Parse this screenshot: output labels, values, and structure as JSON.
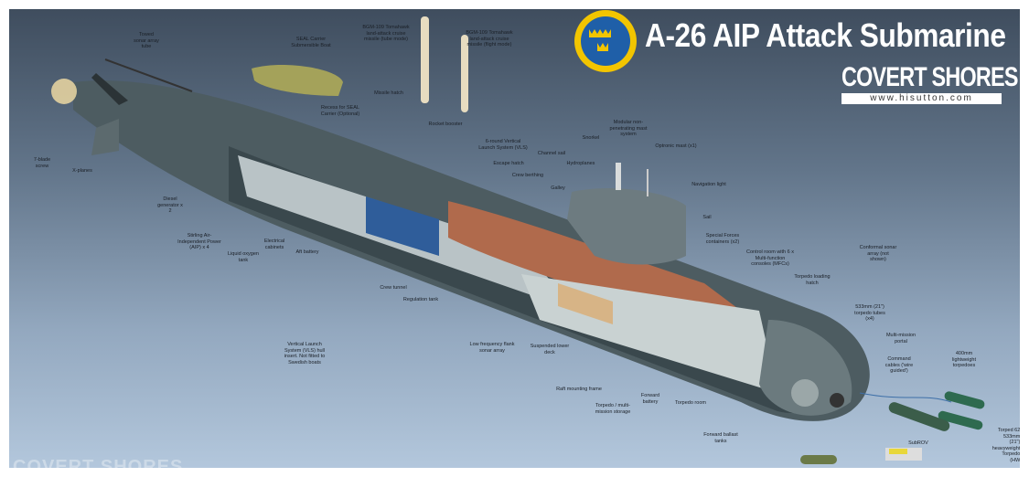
{
  "title": "A-26 AIP Attack Submarine",
  "brand": "COVERT SHORES",
  "url": "www.hisutton.com",
  "watermark": "COVERT SHORES",
  "colors": {
    "roundel_ring": "#f2c500",
    "roundel_field": "#1f5fa8",
    "hull": "#4a5a5e",
    "interior_copper": "#b06a4c"
  },
  "labels": [
    "Towed\nsonar array\ntube",
    "SEAL Carrier\nSubmersible Boat",
    "BGM-109 Tomahawk\nland-attack cruise\nmissile (tube mode)",
    "BGM-109 Tomahawk\nland-attack cruise\nmissile (flight mode)",
    "Missile hatch",
    "Recess for SEAL\nCarrier (Optional)",
    "Rocket booster",
    "7-blade\nscrew",
    "X-planes",
    "6-round Vertical\nLaunch System (VLS)",
    "Channel sail",
    "Escape hatch",
    "Crew berthing",
    "Galley",
    "Snorkel",
    "Hydroplanes",
    "Modular non-\npenetrating mast\nsystem",
    "Optronic mast (x1)",
    "Navigation light",
    "Sail",
    "Special Forces\ncontainers (x2)",
    "Control room with 6 x\nMulti-function\nconsoles (MFCs)",
    "Conformal sonar\narray (not\nshown)",
    "Torpedo loading\nhatch",
    "Diesel\ngenerator x\n2",
    "Stirling Air-\nIndependent Power\n(AIP) x 4",
    "Electrical\ncabinets",
    "Liquid oxygen\ntank",
    "Aft battery",
    "Crew tunnel",
    "Regulation tank",
    "Vertical Launch\nSystem (VLS) hull\ninsert. Not fitted to\nSwedish boats",
    "Low frequency flank\nsonar array",
    "Suspended lower\ndeck",
    "533mm (21\")\ntorpedo tubes\n(x4)",
    "Multi-mission\nportal",
    "Command\ncables ('wire\nguided')",
    "400mm\nlightweight\ntorpedoes",
    "Raft mounting frame",
    "Forward\nbattery",
    "Torpedo / multi-\nmission storage",
    "Torpedo room",
    "Forward ballast\ntanks",
    "SubROV",
    "Torped 62\n533mm (21\")\nheavyweight\nTorpedo (HW"
  ]
}
